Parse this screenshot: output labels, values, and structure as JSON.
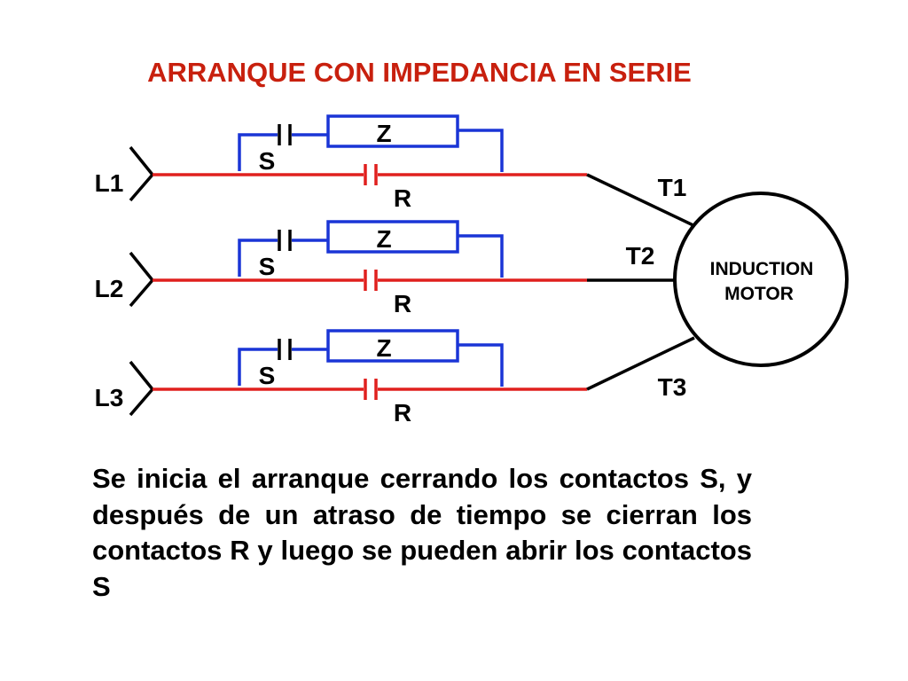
{
  "title": "ARRANQUE CON IMPEDANCIA EN SERIE",
  "colors": {
    "title": "#c8200e",
    "red_line": "#e0201e",
    "blue_line": "#1a35d6",
    "black": "#000000"
  },
  "phases": [
    {
      "line": "L1",
      "impedance": "Z",
      "start_contact": "S",
      "run_contact": "R",
      "terminal": "T1"
    },
    {
      "line": "L2",
      "impedance": "Z",
      "start_contact": "S",
      "run_contact": "R",
      "terminal": "T2"
    },
    {
      "line": "L3",
      "impedance": "Z",
      "start_contact": "S",
      "run_contact": "R",
      "terminal": "T3"
    }
  ],
  "motor": {
    "line1": "INDUCTION",
    "line2": "MOTOR"
  },
  "caption": "Se inicia el arranque cerrando los contactos S, y después de un atraso de tiempo se cierran los contactos R y luego se pueden abrir los contactos S"
}
